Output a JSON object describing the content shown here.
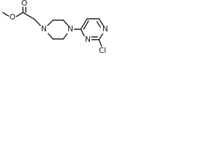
{
  "molecule": {
    "atoms": {
      "methoxy_o": "O",
      "carbonyl_o": "O",
      "piperazine_n1": "N",
      "piperazine_n4": "N",
      "pyrimidine_n1": "N",
      "pyrimidine_n3": "N",
      "chlorine": "Cl"
    }
  }
}
